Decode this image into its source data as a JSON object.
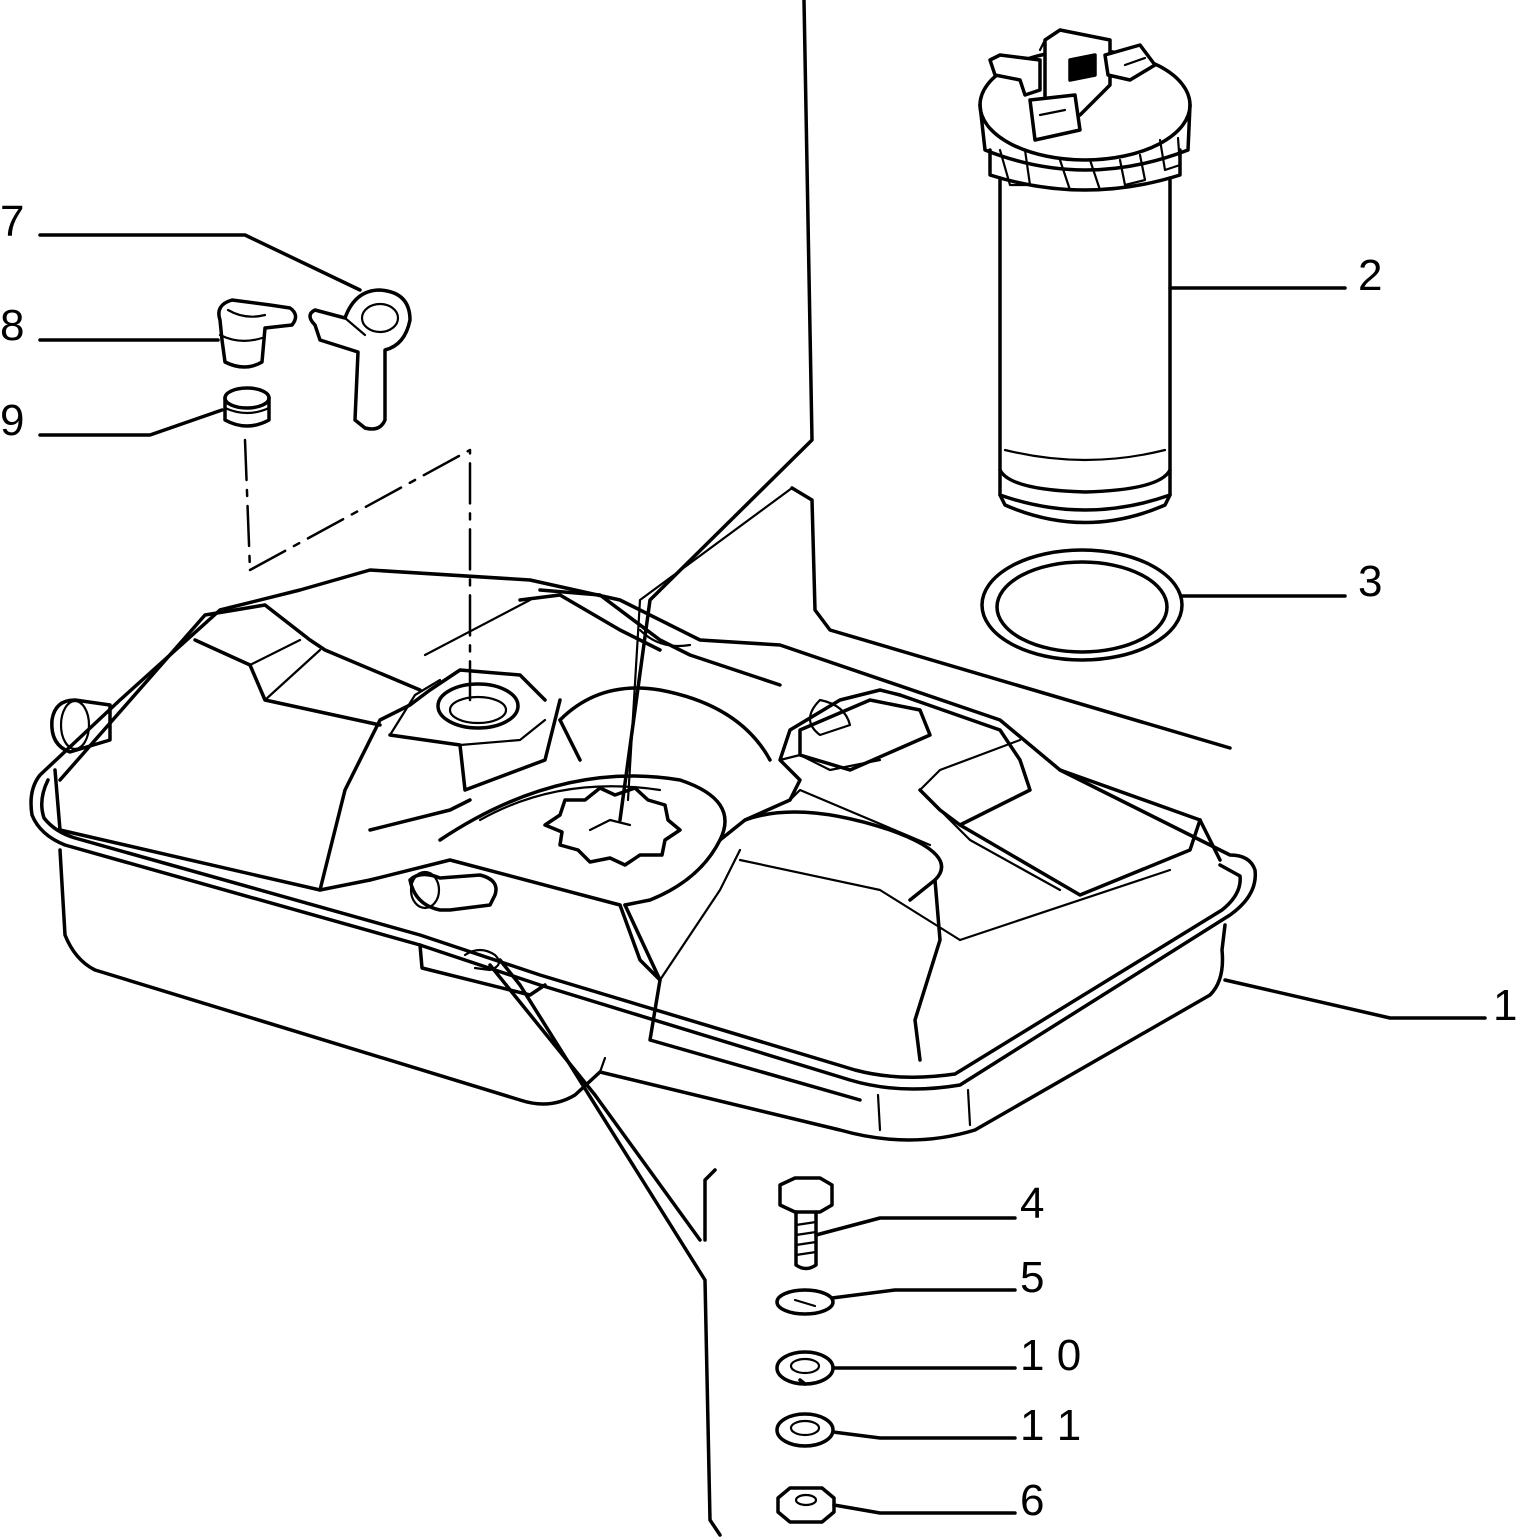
{
  "callouts": {
    "tank": "1",
    "pump_assembly": "2",
    "pump_seal_ring": "3",
    "bolt": "4",
    "spring_washer": "5",
    "nut": "6",
    "vent_hose": "7",
    "elbow_connector": "8",
    "grommet": "9",
    "split_washer": "1 0",
    "flat_washer": "1 1"
  },
  "colors": {
    "ink": "#000000",
    "paper": "#ffffff"
  }
}
